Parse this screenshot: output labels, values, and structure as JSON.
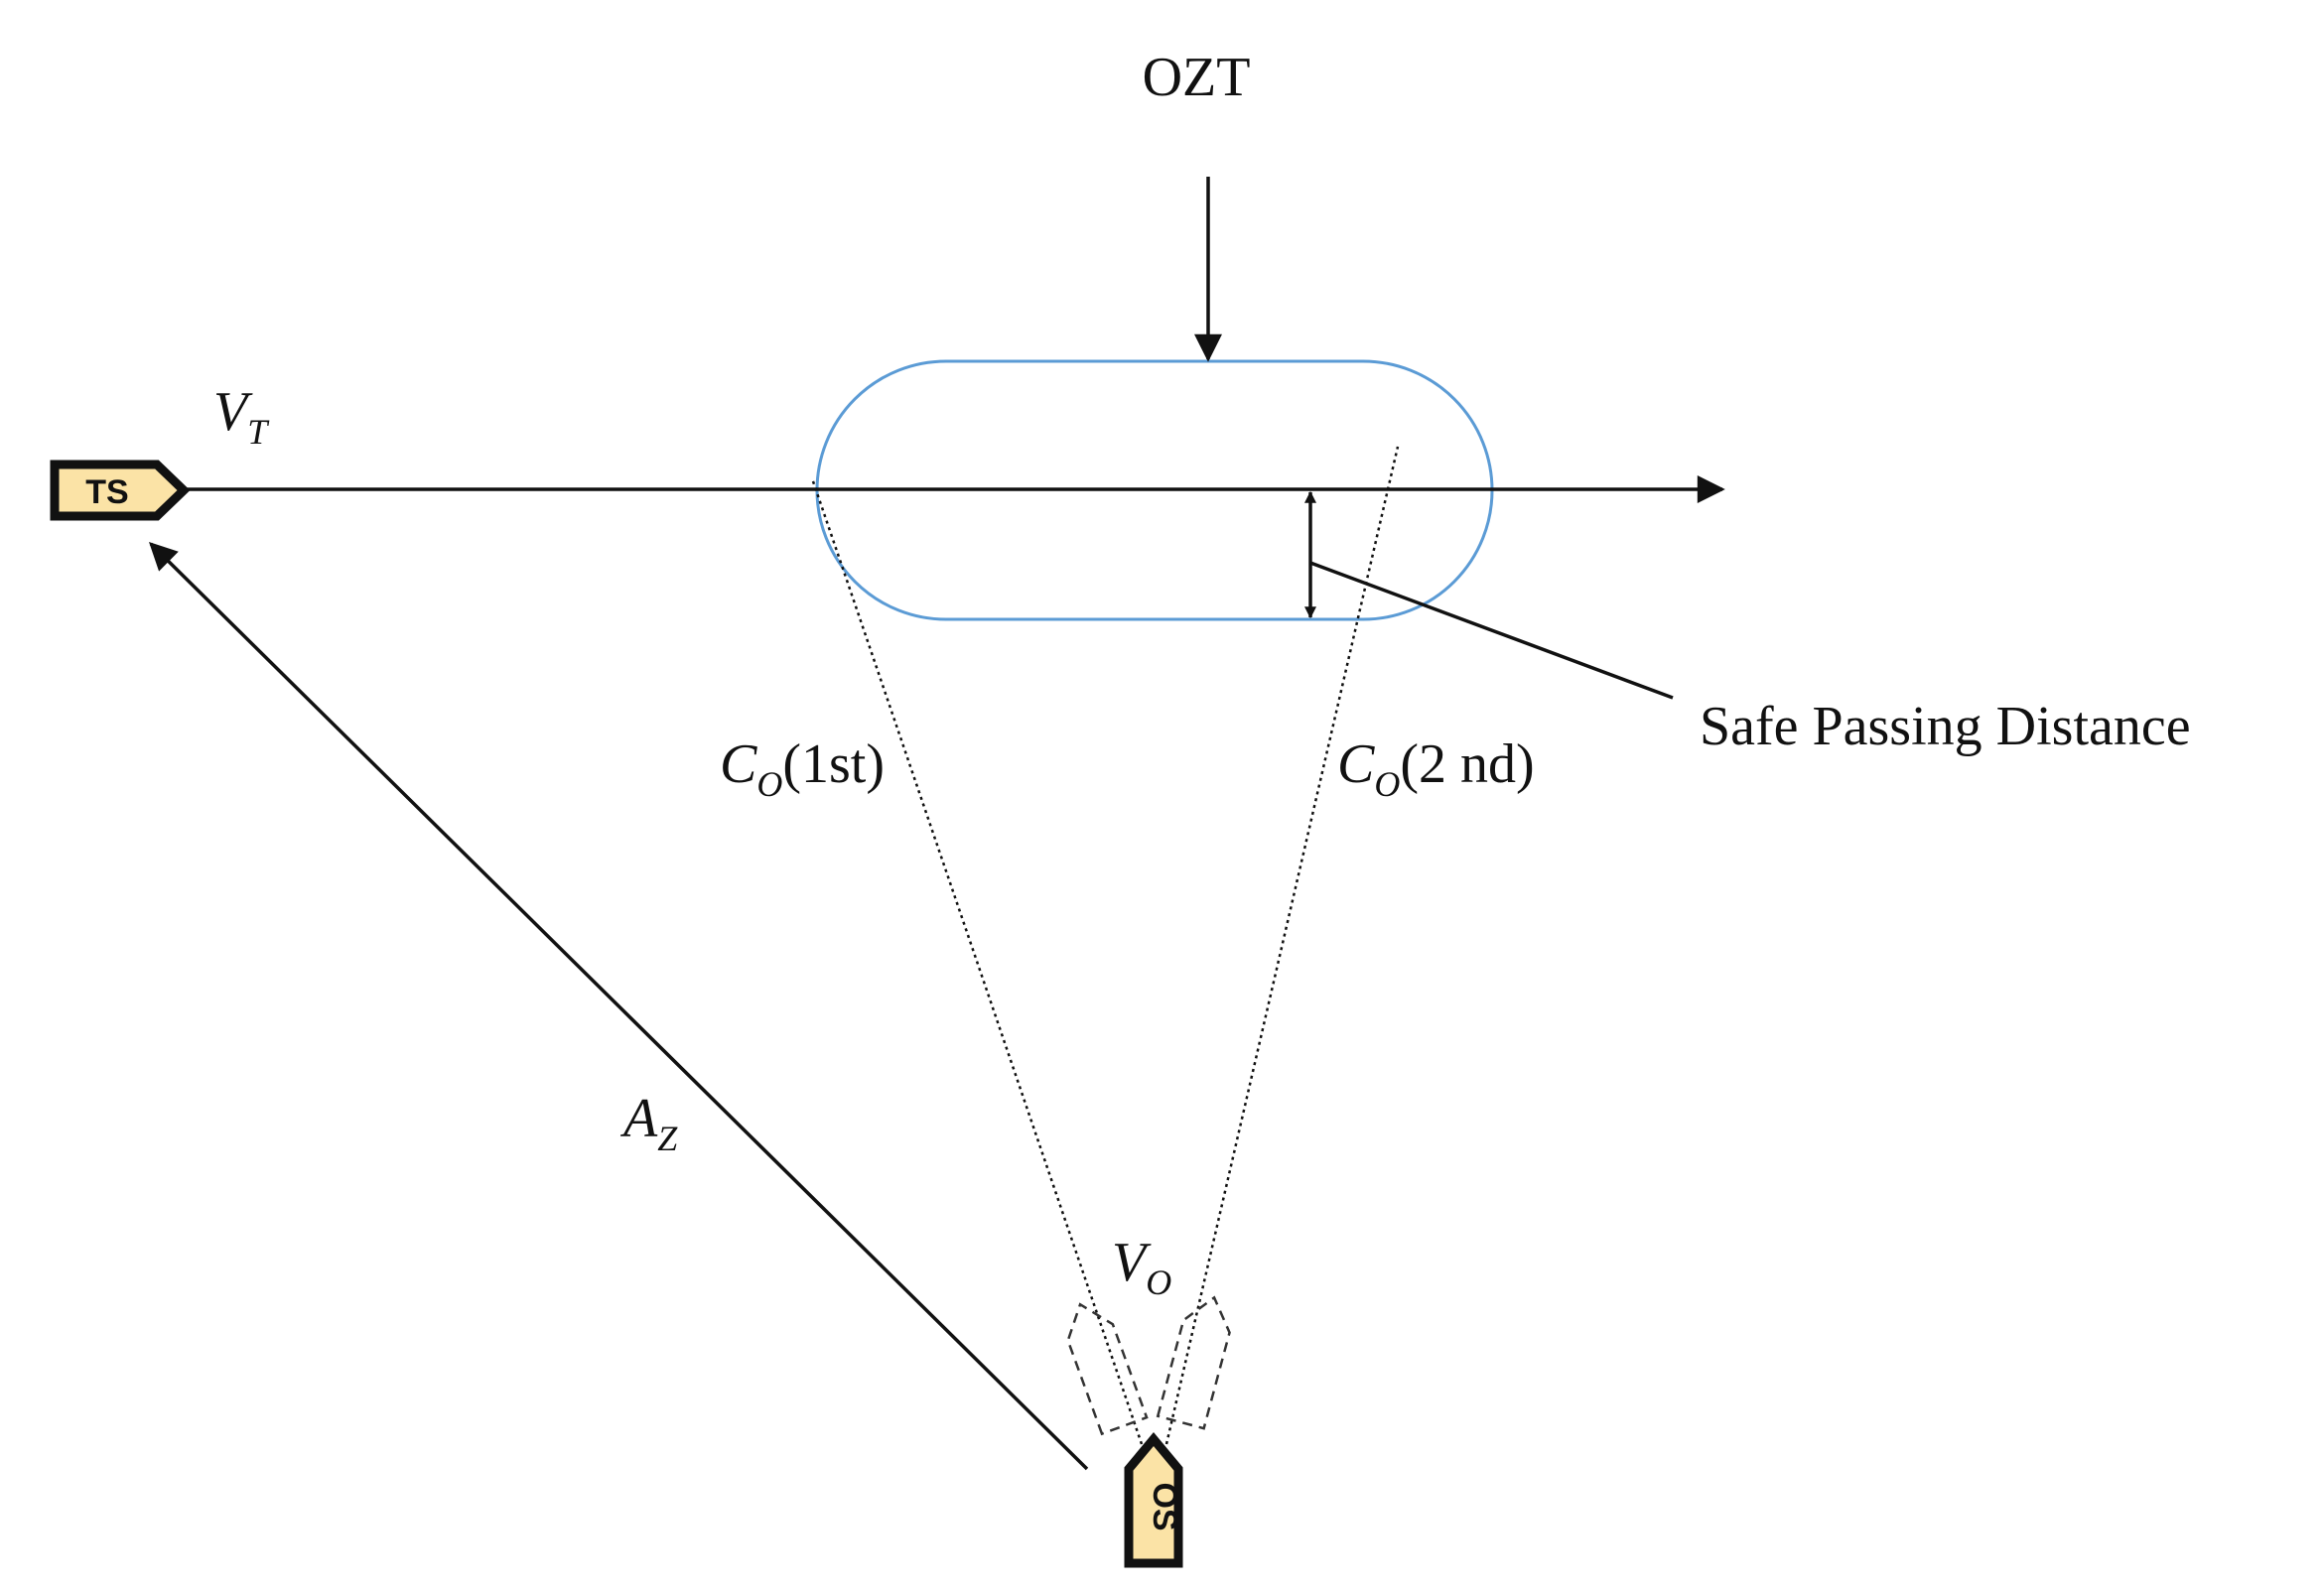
{
  "labels": {
    "ozt": "OZT",
    "safe_passing_distance": "Safe Passing Distance",
    "vt_main": "V",
    "vt_sub": "T",
    "vo_main": "V",
    "vo_sub": "O",
    "az_main": "A",
    "az_sub": "Z",
    "co1_main": "C",
    "co1_sub": "O",
    "co1_tail": "(1st)",
    "co2_main": "C",
    "co2_sub": "O",
    "co2_tail": "(2 nd)",
    "ts": "TS",
    "os": "OS"
  },
  "colors": {
    "zone_outline": "#5b9bd5",
    "ship_fill": "#fbe3a6",
    "line": "#111111"
  }
}
